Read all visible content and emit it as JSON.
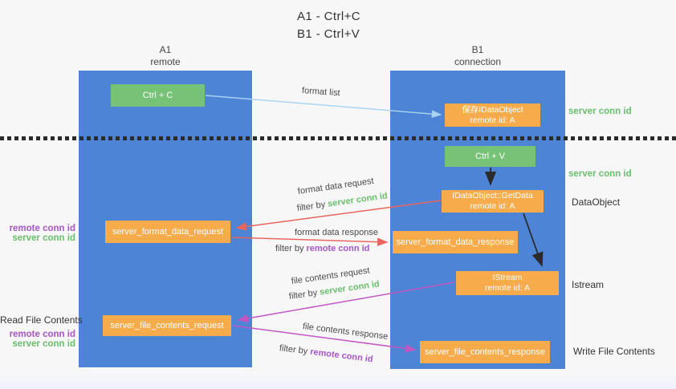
{
  "title": {
    "line1": "A1 - Ctrl+C",
    "line2": "B1 - Ctrl+V"
  },
  "lifelines": {
    "left": {
      "name": "A1",
      "role": "remote"
    },
    "right": {
      "name": "B1",
      "role": "connection"
    }
  },
  "nodes": {
    "ctrl_c": "Ctrl + C",
    "ctrl_v": "Ctrl + V",
    "save_dataobject": {
      "title": "保存IDataObject",
      "subtitle": "remote id: A"
    },
    "getdata": {
      "title": "IDataObject::GetData",
      "subtitle": "remote id: A"
    },
    "istream": {
      "title": "IStream",
      "subtitle": "remote id: A"
    },
    "format_request": "server_format_data_request",
    "format_response": "server_format_data_response",
    "file_request": "server_file_contents_request",
    "file_response": "server_file_contents_response"
  },
  "arrows": {
    "format_list": "format list",
    "format_data_request": "format data request",
    "format_data_response": "format data response",
    "file_contents_request": "file contents request",
    "file_contents_response": "file contents response",
    "filter_by": "filter by",
    "server_conn_id": "server conn id",
    "remote_conn_id": "remote conn id"
  },
  "side_labels": {
    "server_conn_id": "server conn id",
    "remote_conn_id": "remote conn id",
    "dataobject": "DataObject",
    "istream": "Istream",
    "read_file_contents": "Read File Contents",
    "write_file_contents": "Write File Contents"
  },
  "colors": {
    "background": "#f7f7f8",
    "lifeline_blue": "#4d84d6",
    "node_green": "#76c277",
    "node_orange": "#f8ab4b",
    "arrow_blue": "#a9d3f3",
    "arrow_red": "#e8655e",
    "arrow_magenta": "#c157c3",
    "arrow_black": "#2b2b2b",
    "text_green": "#6abf6d",
    "text_purple": "#a855c8",
    "text_dark": "#3c3c3c",
    "separator": "#2b2b2b"
  }
}
